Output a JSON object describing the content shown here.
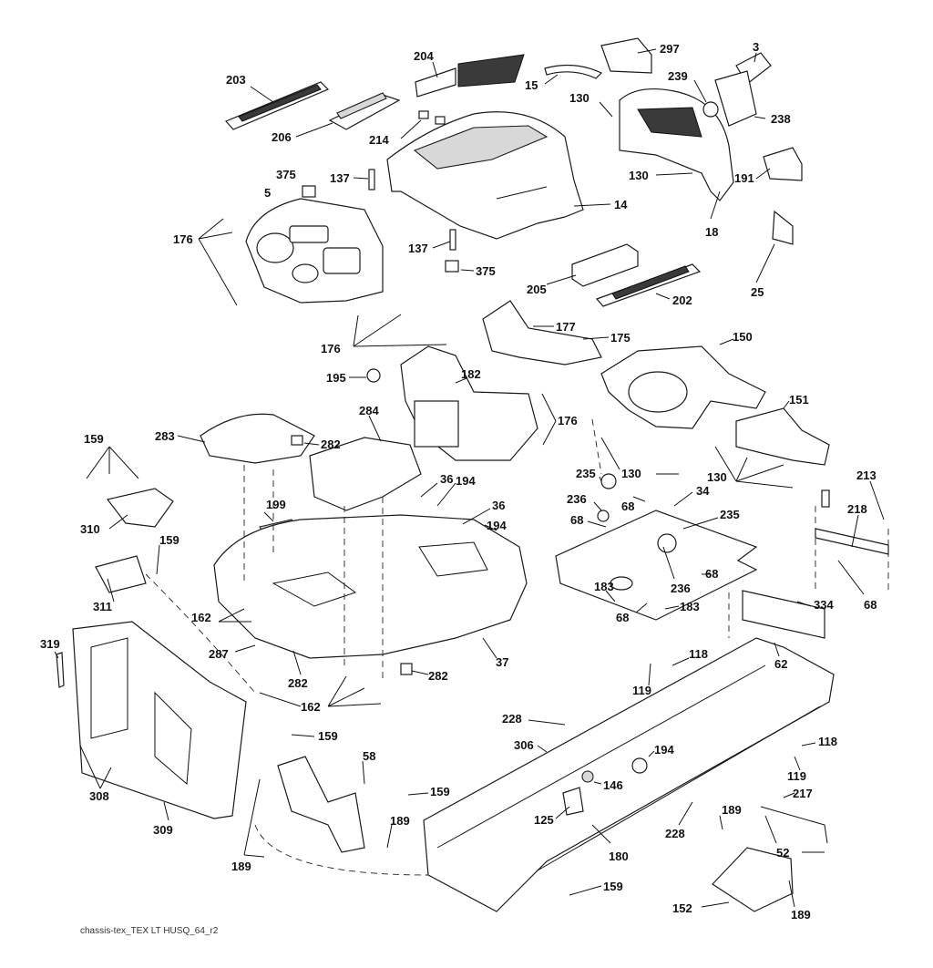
{
  "caption": "chassis-tex_TEX LT HUSQ_64_r2",
  "callouts": [
    {
      "id": "p203",
      "text": "203"
    },
    {
      "id": "p204",
      "text": "204"
    },
    {
      "id": "p297",
      "text": "297"
    },
    {
      "id": "p3",
      "text": "3"
    },
    {
      "id": "p15",
      "text": "15"
    },
    {
      "id": "p239",
      "text": "239"
    },
    {
      "id": "p130a",
      "text": "130"
    },
    {
      "id": "p238",
      "text": "238"
    },
    {
      "id": "p206",
      "text": "206"
    },
    {
      "id": "p214",
      "text": "214"
    },
    {
      "id": "p375a",
      "text": "375"
    },
    {
      "id": "p137a",
      "text": "137"
    },
    {
      "id": "p130b",
      "text": "130"
    },
    {
      "id": "p191",
      "text": "191"
    },
    {
      "id": "p5",
      "text": "5"
    },
    {
      "id": "p14",
      "text": "14"
    },
    {
      "id": "p176a",
      "text": "176"
    },
    {
      "id": "p18",
      "text": "18"
    },
    {
      "id": "p137b",
      "text": "137"
    },
    {
      "id": "p375b",
      "text": "375"
    },
    {
      "id": "p25",
      "text": "25"
    },
    {
      "id": "p205",
      "text": "205"
    },
    {
      "id": "p202",
      "text": "202"
    },
    {
      "id": "p177",
      "text": "177"
    },
    {
      "id": "p176b",
      "text": "176"
    },
    {
      "id": "p175",
      "text": "175"
    },
    {
      "id": "p150",
      "text": "150"
    },
    {
      "id": "p195",
      "text": "195"
    },
    {
      "id": "p182",
      "text": "182"
    },
    {
      "id": "p151",
      "text": "151"
    },
    {
      "id": "p176c",
      "text": "176"
    },
    {
      "id": "p284",
      "text": "284"
    },
    {
      "id": "p159a",
      "text": "159"
    },
    {
      "id": "p283",
      "text": "283"
    },
    {
      "id": "p282a",
      "text": "282"
    },
    {
      "id": "p130c",
      "text": "130"
    },
    {
      "id": "p130d",
      "text": "130"
    },
    {
      "id": "p235a",
      "text": "235"
    },
    {
      "id": "p213",
      "text": "213"
    },
    {
      "id": "p36a",
      "text": "36"
    },
    {
      "id": "p194a",
      "text": "194"
    },
    {
      "id": "p236a",
      "text": "236"
    },
    {
      "id": "p68a",
      "text": "68"
    },
    {
      "id": "p34",
      "text": "34"
    },
    {
      "id": "p36b",
      "text": "36"
    },
    {
      "id": "p218",
      "text": "218"
    },
    {
      "id": "p199",
      "text": "199"
    },
    {
      "id": "p235b",
      "text": "235"
    },
    {
      "id": "p310",
      "text": "310"
    },
    {
      "id": "p194b",
      "text": "194"
    },
    {
      "id": "p68b",
      "text": "68"
    },
    {
      "id": "p159b",
      "text": "159"
    },
    {
      "id": "p68c",
      "text": "68"
    },
    {
      "id": "p311",
      "text": "311"
    },
    {
      "id": "p236b",
      "text": "236"
    },
    {
      "id": "p183a",
      "text": "183"
    },
    {
      "id": "p68d",
      "text": "68"
    },
    {
      "id": "p162a",
      "text": "162"
    },
    {
      "id": "p68e",
      "text": "68"
    },
    {
      "id": "p183b",
      "text": "183"
    },
    {
      "id": "p334",
      "text": "334"
    },
    {
      "id": "p319",
      "text": "319"
    },
    {
      "id": "p287",
      "text": "287"
    },
    {
      "id": "p37",
      "text": "37"
    },
    {
      "id": "p62",
      "text": "62"
    },
    {
      "id": "p118a",
      "text": "118"
    },
    {
      "id": "p282b",
      "text": "282"
    },
    {
      "id": "p282c",
      "text": "282"
    },
    {
      "id": "p119a",
      "text": "119"
    },
    {
      "id": "p162b",
      "text": "162"
    },
    {
      "id": "p228a",
      "text": "228"
    },
    {
      "id": "p159c",
      "text": "159"
    },
    {
      "id": "p306",
      "text": "306"
    },
    {
      "id": "p194c",
      "text": "194"
    },
    {
      "id": "p118b",
      "text": "118"
    },
    {
      "id": "p58",
      "text": "58"
    },
    {
      "id": "p146",
      "text": "146"
    },
    {
      "id": "p119b",
      "text": "119"
    },
    {
      "id": "p308",
      "text": "308"
    },
    {
      "id": "p159d",
      "text": "159"
    },
    {
      "id": "p217",
      "text": "217"
    },
    {
      "id": "p189a",
      "text": "189"
    },
    {
      "id": "p125",
      "text": "125"
    },
    {
      "id": "p228b",
      "text": "228"
    },
    {
      "id": "p309",
      "text": "309"
    },
    {
      "id": "p189b",
      "text": "189"
    },
    {
      "id": "p180",
      "text": "180"
    },
    {
      "id": "p52",
      "text": "52"
    },
    {
      "id": "p189c",
      "text": "189"
    },
    {
      "id": "p159e",
      "text": "159"
    },
    {
      "id": "p152",
      "text": "152"
    },
    {
      "id": "p189d",
      "text": "189"
    }
  ]
}
